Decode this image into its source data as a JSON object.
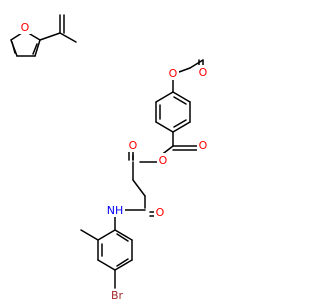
{
  "molecule": {
    "atom_labels": {
      "o_furan": "O",
      "o_ester1_carbonyl": "O",
      "o_ester1_link": "O",
      "o_ketone": "O",
      "o_ester2_link": "O",
      "o_ester2_carbonyl": "O",
      "nh_amide": "NH",
      "o_amide": "O",
      "br": "Br"
    },
    "colors": {
      "bond": "#000000",
      "oxygen": "#ff0000",
      "nitrogen": "#0000ff",
      "bromine": "#a52a2a"
    }
  }
}
